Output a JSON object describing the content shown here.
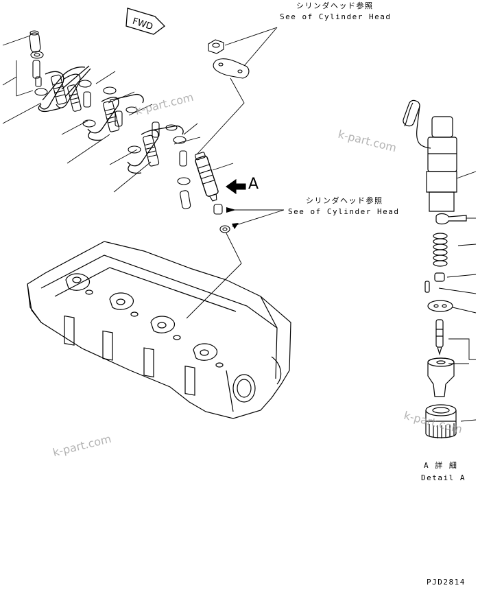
{
  "labels": {
    "ref_top_jp": "シリンダヘッド参照",
    "ref_top_en": "See of Cylinder Head",
    "ref_mid_jp": "シリンダヘッド参照",
    "ref_mid_en": "See of Cylinder Head",
    "view_letter": "A",
    "fwd": "FWD",
    "detail_jp": "A 詳 細",
    "detail_en": "Detail A",
    "drawing_code": "PJD2814"
  },
  "watermarks": [
    "k-part.com",
    "k-part.com",
    "k-part.com",
    "k-part.com"
  ]
}
